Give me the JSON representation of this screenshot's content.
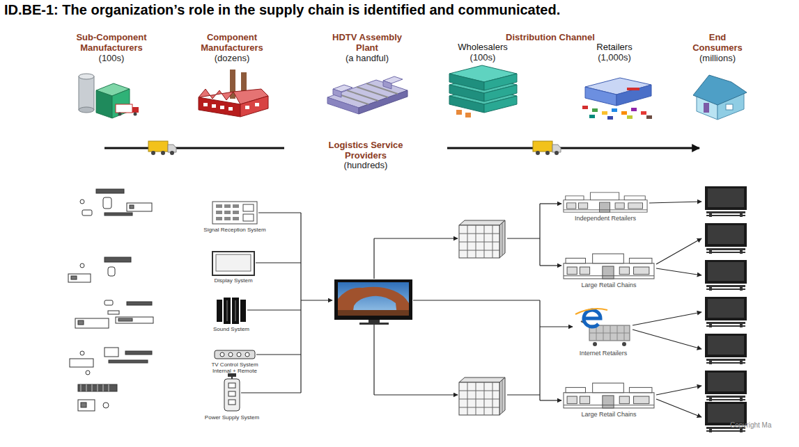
{
  "diagram": {
    "title": "ID.BE-1: The organization’s role in the supply chain is identified and communicated.",
    "nodes": [
      {
        "text": [
          "Sub-Component Manufacturers",
          "(100s)"
        ]
      },
      {
        "text": [
          "Component Manufacturers",
          "(dozens)"
        ]
      },
      {
        "text": [
          "HDTV Assembly Plant",
          "(a handful)"
        ]
      },
      {
        "text": [
          "Wholesalers",
          "(100s)"
        ]
      },
      {
        "text": [
          "Retailers",
          "(1,000s)"
        ]
      },
      {
        "text": [
          "End Consumers",
          "(millions)"
        ]
      },
      {
        "text": [
          "Signal Reception System"
        ]
      },
      {
        "text": [
          "Display System"
        ]
      },
      {
        "text": [
          "Sound System"
        ]
      },
      {
        "text": [
          "TV Control System Internal + Remote"
        ]
      },
      {
        "text": [
          "Power Supply System"
        ]
      },
      {
        "text": [
          "Independent Retailers"
        ]
      },
      {
        "text": [
          "Large Retail Chains"
        ]
      },
      {
        "text": [
          "Internet Retailers"
        ]
      },
      {
        "text": [
          "Large Retail Chains"
        ]
      }
    ],
    "labels": [
      "Distribution Channel",
      "Logistics Service Providers",
      "(hundreds)",
      "Copyright Ma"
    ]
  }
}
